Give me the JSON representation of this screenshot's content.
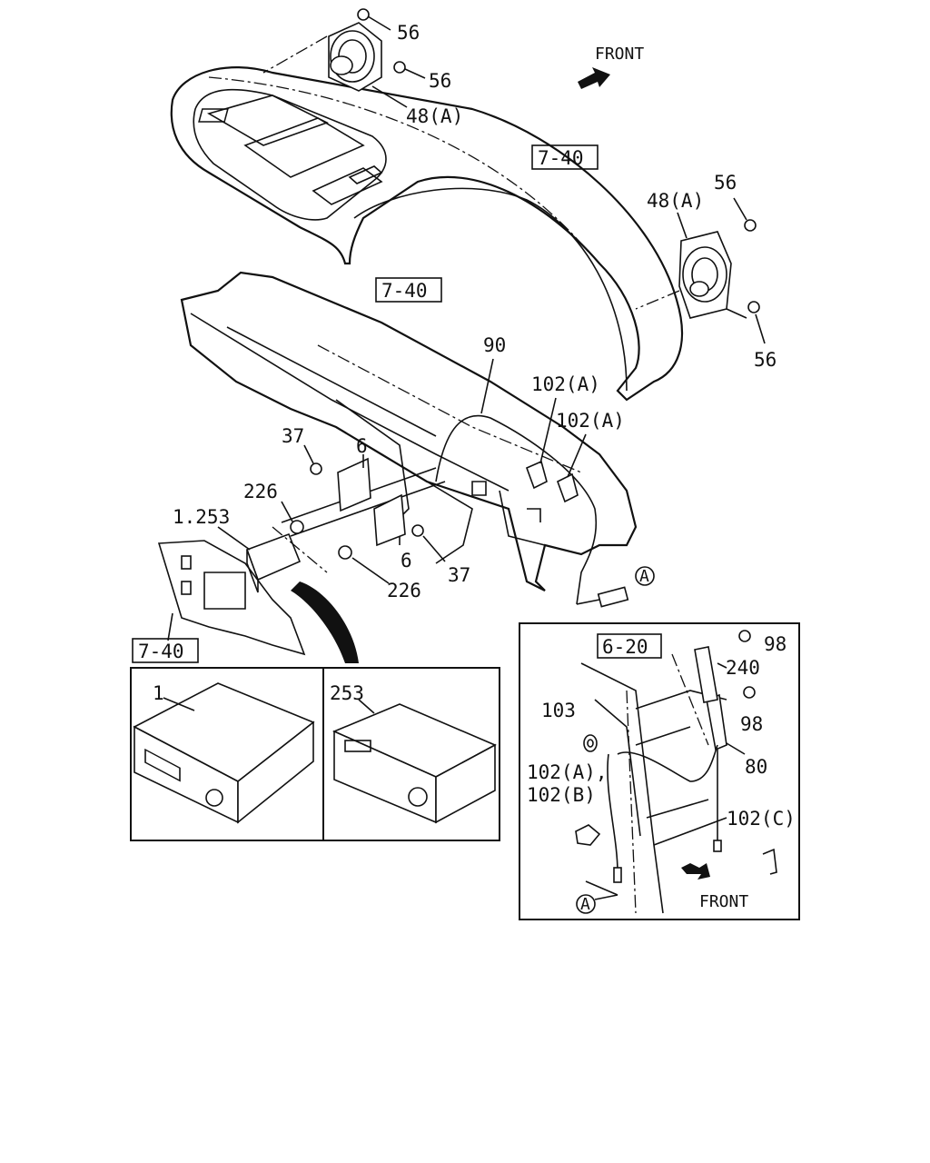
{
  "labels": {
    "spk_top_nut_a": "56",
    "spk_top_nut_b": "56",
    "spk_top": "48(A)",
    "front_top": "FRONT",
    "ref_upper_dash": "7-40",
    "spk_right_nut_top": "56",
    "spk_right": "48(A)",
    "ref_lower_dash": "7-40",
    "spk_right_nut_bottom": "56",
    "antenna_cable": "90",
    "clip_a1": "102(A)",
    "clip_a2": "102(A)",
    "bolt_37_top": "37",
    "bracket_6_top": "6",
    "screw_226_top": "226",
    "radio_combo": "1.253",
    "bracket_6_bottom": "6",
    "bolt_37_bottom": "37",
    "screw_226_bottom": "226",
    "ref_panel": "7-40",
    "conn_a_main": "A",
    "radio_1": "1",
    "radio_253": "253",
    "ref_pillar": "6-20",
    "bolt_98_top": "98",
    "bracket_240": "240",
    "grommet_103": "103",
    "bolt_98_bottom": "98",
    "antenna_80": "80",
    "clip_102ab_a": "102(A),",
    "clip_102ab_b": "102(B)",
    "clip_102c": "102(C)",
    "conn_a_inset": "A",
    "front_inset": "FRONT"
  }
}
